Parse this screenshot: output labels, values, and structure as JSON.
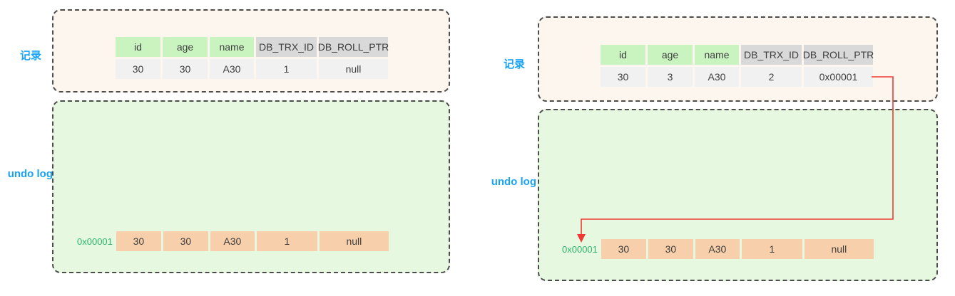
{
  "panels": [
    {
      "record_label": "记录",
      "undo_label": "undo log",
      "record": {
        "headers": [
          "id",
          "age",
          "name",
          "DB_TRX_ID",
          "DB_ROLL_PTR"
        ],
        "row": [
          "30",
          "30",
          "A30",
          "1",
          "null"
        ]
      },
      "undo": {
        "address": "0x00001",
        "row": [
          "30",
          "30",
          "A30",
          "1",
          "null"
        ]
      }
    },
    {
      "record_label": "记录",
      "undo_label": "undo log",
      "record": {
        "headers": [
          "id",
          "age",
          "name",
          "DB_TRX_ID",
          "DB_ROLL_PTR"
        ],
        "row": [
          "30",
          "3",
          "A30",
          "2",
          "0x00001"
        ]
      },
      "undo": {
        "address": "0x00001",
        "row": [
          "30",
          "30",
          "A30",
          "1",
          "null"
        ]
      },
      "arrow": {
        "from": "DB_ROLL_PTR value 0x00001",
        "to": "undo log entry 0x00001",
        "color": "#ed3b33"
      }
    }
  ],
  "colors": {
    "record_box_bg": "#fdf6ee",
    "undo_box_bg": "#e6f9e0",
    "header_green": "#c9f4c0",
    "header_gray": "#d9d9d9",
    "data_cell_gray": "#f1f1f1",
    "undo_cell_peach": "#f8cfab",
    "label_blue": "#1aa3f5",
    "address_green": "#2fb36e",
    "arrow_red": "#ed3b33",
    "dash_border": "#4c4c4c"
  }
}
